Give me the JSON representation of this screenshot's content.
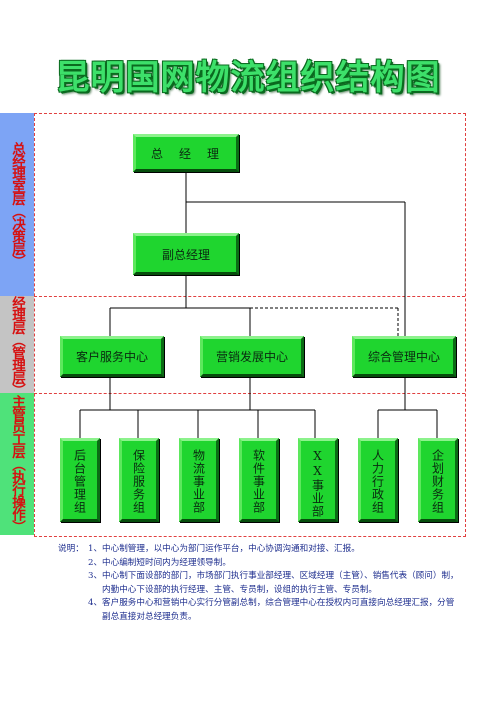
{
  "title": "昆明国网物流组织结构图",
  "layers": [
    {
      "label": "总经理室层（决策层）",
      "color": "#7da4f5"
    },
    {
      "label": "经理层（管理层）",
      "color": "#c4c4c4"
    },
    {
      "label": "主管员工层（执行操作）",
      "color": "#4fe27a"
    }
  ],
  "org": {
    "general_manager": "总　经　理",
    "deputy_manager": "副总经理",
    "centers": [
      "客户服务中心",
      "营销发展中心",
      "综合管理中心"
    ],
    "departments": [
      "后台管理组",
      "保险服务组",
      "物流事业部",
      "软件事业部",
      "XX事业部",
      "人力行政组",
      "企划财务组"
    ]
  },
  "notes": {
    "label": "说明：",
    "items": [
      {
        "num": "1、",
        "text": "中心制管理，以中心为部门运作平台，中心协调沟通和对接、汇报。"
      },
      {
        "num": "2、",
        "text": "中心编制短时间内为经理领导制。"
      },
      {
        "num": "3、",
        "text": "中心制下面设部的部门，市场部门执行事业部经理、区域经理（主管）、销售代表（顾问）制，内勤中心下设部的执行经理、主管、专员制，设组的执行主管、专员制。"
      },
      {
        "num": "4、",
        "text": "客户服务中心和营销中心实行分管副总制，综合管理中心在授权内可直接向总经理汇报，分管副总直接对总经理负责。"
      }
    ]
  },
  "colors": {
    "box_green": "#1fd52f",
    "layer_text": "#d61010",
    "title_green": "#3de06a",
    "note_blue": "#1f2f8f"
  }
}
